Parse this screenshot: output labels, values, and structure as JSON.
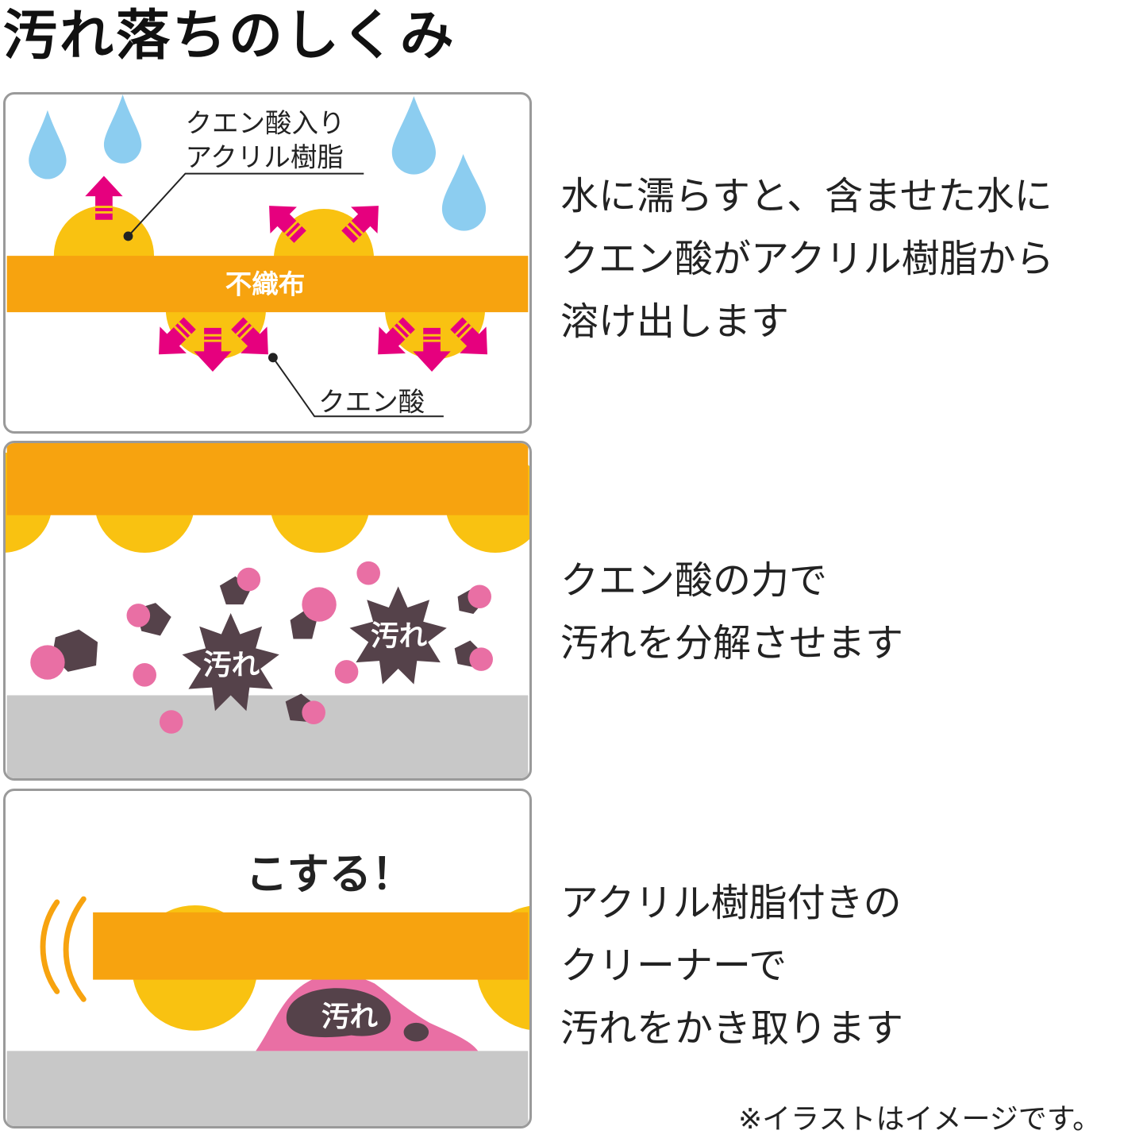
{
  "title": "汚れ落ちのしくみ",
  "panels": {
    "p1": {
      "label_resin": [
        "クエン酸入り",
        "アクリル樹脂"
      ],
      "label_fabric": "不織布",
      "label_acid": "クエン酸"
    },
    "p2": {
      "stain": "汚れ"
    },
    "p3": {
      "scrub": "こする！",
      "stain": "汚れ"
    }
  },
  "descriptions": [
    [
      "水に濡らすと、含ませた水に",
      "クエン酸がアクリル樹脂から",
      "溶け出します"
    ],
    [
      "クエン酸の力で",
      "汚れを分解させます"
    ],
    [
      "アクリル樹脂付きの",
      "クリーナーで",
      "汚れをかき取ります"
    ]
  ],
  "note": "※イラストはイメージです。",
  "colors": {
    "orange": "#f7a30f",
    "yellow": "#f9c211",
    "pink": "#e6007e",
    "stain": "#55424a",
    "particle": "#e96fa4",
    "drop": "#8ccdf0",
    "floor": "#c8c8c8"
  }
}
